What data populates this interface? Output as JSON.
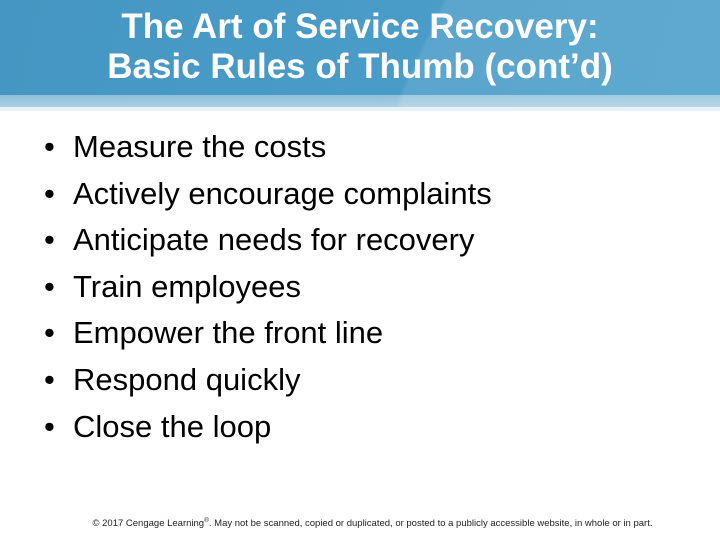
{
  "slide": {
    "title": {
      "line1": "The Art of Service Recovery:",
      "line2": "Basic Rules of Thumb (cont’d)"
    },
    "bullet_char": "•",
    "bullets": [
      "Measure the costs",
      "Actively encourage complaints",
      "Anticipate needs for recovery",
      "Train employees",
      "Empower the front line",
      "Respond quickly",
      "Close the loop"
    ],
    "footer": {
      "prefix": "© 2017 Cengage Learning",
      "reg_mark": "®",
      "suffix": ". May not be scanned, copied or duplicated, or posted to a publicly accessible website, in whole or in part."
    },
    "colors": {
      "header_blue": "#4a9cc8",
      "accent_band_light_blue": "#a9cfe3",
      "accent_band_pale": "#e9f2f8",
      "title_text": "#ffffff",
      "body_text": "#000000",
      "footer_text": "#222222",
      "background": "#ffffff"
    }
  }
}
